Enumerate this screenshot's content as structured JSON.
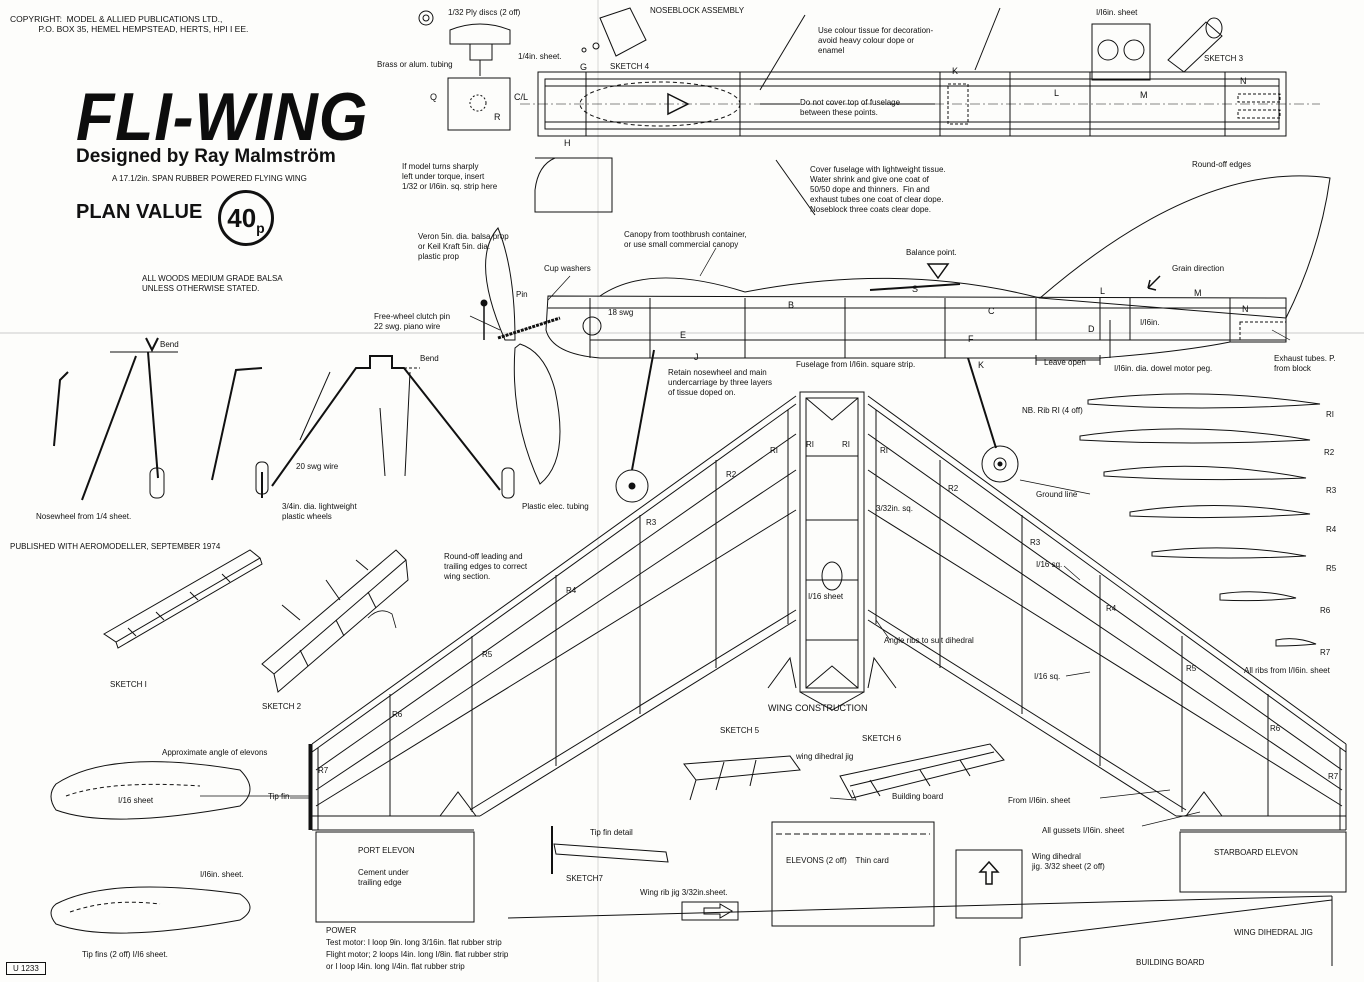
{
  "header": {
    "copyright": "COPYRIGHT:  MODEL & ALLIED PUBLICATIONS LTD.,\n            P.O. BOX 35, HEMEL HEMPSTEAD, HERTS, HPI I EE.",
    "title": "FLI-WING",
    "designer": "Designed by Ray Malmström",
    "subtitle": "A 17.1/2in. SPAN RUBBER POWERED FLYING WING",
    "plan_value_label": "PLAN VALUE",
    "price": "40",
    "price_unit": "p",
    "woods_note": "ALL WOODS MEDIUM GRADE BALSA\nUNLESS OTHERWISE STATED.",
    "published": "PUBLISHED WITH AEROMODELLER, SEPTEMBER 1974",
    "catalog_number": "U 1233"
  },
  "top_view": {
    "ply_discs": "1/32 Ply discs (2 off)",
    "noseblock": "NOSEBLOCK ASSEMBLY",
    "sheet_quarter": "1/4in. sheet.",
    "tubing": "Brass or alum. tubing",
    "sketch4": "SKETCH 4",
    "sixteenth_sheet": "I/I6in. sheet",
    "sketch3": "SKETCH 3",
    "colour_note": "Use colour tissue for decoration-\navoid heavy colour dope or\nenamel",
    "no_cover": "Do not cover top of fuselage\nbetween these points.",
    "torque_note": "If model turns sharply\nleft under torque, insert\n1/32 or I/I6in. sq. strip here",
    "cover_note": "Cover fuselage with lightweight tissue.\nWater shrink and give one coat of\n50/50 dope and thinners.  Fin and\nexhaust tubes one coat of clear dope.\nNoseblock three coats clear dope.",
    "round_off": "Round-off edges",
    "letters": [
      "G",
      "K",
      "L",
      "M",
      "N",
      "H",
      "Q",
      "R",
      "C/L"
    ]
  },
  "side_view": {
    "prop_note": "Veron 5in. dia. balsa prop\nor Keil Kraft 5in. dia.\nplastic prop",
    "canopy_note": "Canopy from toothbrush container,\nor use small commercial canopy",
    "cup_washers": "Cup washers",
    "pin": "Pin",
    "balance_point": "Balance point.",
    "grain_direction": "Grain direction",
    "free_wheel": "Free-wheel clutch pin\n22 swg. piano wire",
    "swg18": "18 swg",
    "sixteenth": "I/I6in.",
    "retain_note": "Retain nosewheel and main\nundercarriage by three layers\nof tissue doped on.",
    "fuselage_note": "Fuselage from I/I6in. square strip.",
    "leave_open": "Leave open",
    "dowel_note": "I/I6in. dia. dowel motor peg.",
    "exhaust_note": "Exhaust tubes. P.\nfrom block",
    "ground_line": "Ground line",
    "letters": [
      "S",
      "B",
      "C",
      "D",
      "E",
      "F",
      "J",
      "K",
      "L",
      "M",
      "N"
    ]
  },
  "undercarriage": {
    "bend1": "Bend",
    "bend2": "Bend",
    "wire": "20 swg wire",
    "nosewheel": "Nosewheel from 1/4 sheet.",
    "wheels": "3/4in. dia. lightweight\nplastic wheels",
    "tubing": "Plastic elec. tubing"
  },
  "sketches": {
    "sketch1": "SKETCH I",
    "sketch2": "SKETCH 2",
    "round_off_note": "Round-off leading and\ntrailing edges to correct\nwing section.",
    "sketch5": "SKETCH 5",
    "sketch6": "SKETCH 6",
    "dihedral_jig": "wing dihedral jig",
    "building_board": "Building board",
    "sketch7": "SKETCH7",
    "tip_fin_detail": "Tip fin detail",
    "wing_rib_jig": "Wing rib jig 3/32in.sheet."
  },
  "ribs": {
    "note": "NB. Rib RI (4 off)",
    "labels": [
      "RI",
      "R2",
      "R3",
      "R4",
      "R5",
      "R6",
      "R7"
    ],
    "all_ribs": "All ribs from I/I6in. sheet"
  },
  "wing": {
    "construction": "WING CONSTRUCTION",
    "sheet_centre": "I/16 sheet",
    "sq_332": "3/32in. sq.",
    "sq_116a": "I/16 sq.",
    "sq_116b": "I/16 sq.",
    "angle_ribs": "Angle ribs to suit dihedral",
    "from_sheet": "From I/I6in. sheet",
    "gussets": "All gussets I/I6in. sheet",
    "port_elevon": "PORT ELEVON",
    "port_note": "Cement under\ntrailing edge",
    "starboard_elevon": "STARBOARD ELEVON",
    "elevons": "ELEVONS (2 off)    Thin card",
    "dihedral_jig": "Wing dihedral\njig. 3/32 sheet (2 off)",
    "wing_dihedral_jig": "WING DIHEDRAL JIG",
    "building_board": "BUILDING BOARD"
  },
  "tip_fins": {
    "elevon_angle": "Approximate angle of elevons",
    "sheet": "I/16 sheet",
    "tip_fin": "Tip fin",
    "sheet2": "I/I6in. sheet.",
    "caption": "Tip fins (2 off) I/I6 sheet."
  },
  "power": {
    "heading": "POWER",
    "test_motor": "Test motor: I loop 9in. long 3/16in. flat rubber strip",
    "flight_motor": "Flight motor; 2 loops I4in. long I/8in. flat rubber strip",
    "alt_motor": "or I loop I4in. long I/4in. flat rubber strip"
  }
}
